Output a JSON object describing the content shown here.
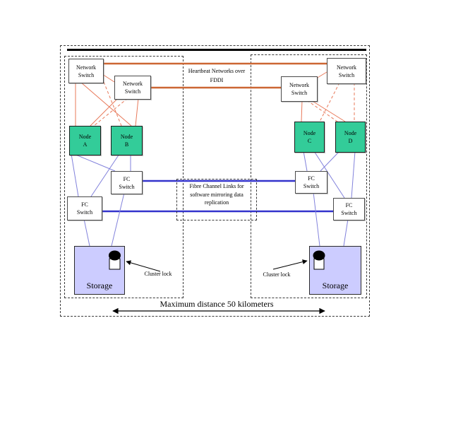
{
  "colors": {
    "node_fill": "#33CC99",
    "storage_fill": "#CCCCFF",
    "heartbeat_link_thick": "#CC6633",
    "heartbeat_link_thin": "#E8795A",
    "fc_link_thick": "#3333CC",
    "fc_link_thin": "#8282DC",
    "boundary_dash": "#3a3a3a"
  },
  "backbone": {
    "heartbeat_label": "Heartbeat Networks over FDDI",
    "fibre_label": "Fibre Channel Links for software mirroring data replication",
    "max_distance_label": "Maximum distance 50 kilometers"
  },
  "site_a": {
    "network_switch_1": "Network Switch",
    "network_switch_2": "Network Switch",
    "node_1": "Node A",
    "node_2": "Node B",
    "fc_switch_1": "FC Switch",
    "fc_switch_2": "FC Switch",
    "storage": "Storage",
    "cluster_lock": "Cluster lock"
  },
  "site_b": {
    "network_switch_1": "Network Switch",
    "network_switch_2": "Network Switch",
    "node_1": "Node C",
    "node_2": "Node D",
    "fc_switch_1": "FC Switch",
    "fc_switch_2": "FC Switch",
    "storage": "Storage",
    "cluster_lock": "Cluster lock"
  }
}
